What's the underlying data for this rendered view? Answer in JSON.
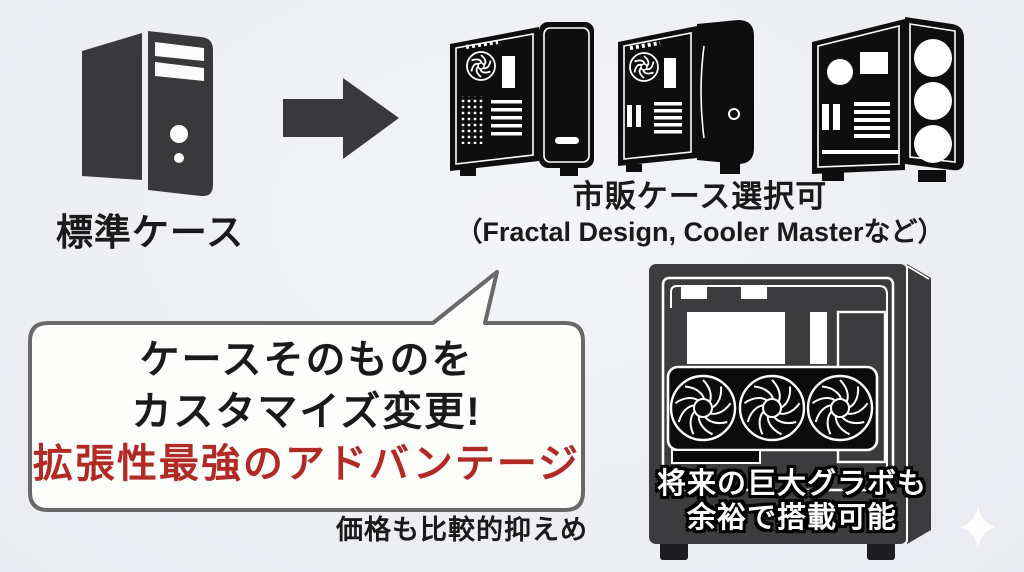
{
  "page": {
    "background": "#edeff3",
    "type": "pc-case-customization-infographic"
  },
  "colors": {
    "dark_gray_icon": "#39393b",
    "case_black": "#0e0e0e",
    "interior_case_body": "#3c3c3e",
    "accent_red": "#b22a25",
    "text_black": "#1a1a1a",
    "bubble_border": "#696969",
    "bubble_fill": "#fdfdfc",
    "caption_white": "#ffffff"
  },
  "standard_case": {
    "label": "標準ケース"
  },
  "market_cases": {
    "title": "市販ケース選択可",
    "subtitle": "（Fractal Design, Cooler Masterなど）"
  },
  "speech_bubble": {
    "line1": "ケースそのものを",
    "line2": "カスタマイズ変更!",
    "line3_highlight": "拡張性最強のアドバンテージ"
  },
  "price_note": {
    "text": "価格も比較的抑えめ"
  },
  "gpu_case": {
    "caption_line1": "将来の巨大グラボも",
    "caption_line2": "余裕で搭載可能"
  },
  "icons": {
    "standard_tower": "pc-tower-icon",
    "transition_arrow": "arrow-right-icon",
    "market_case_1": "case-fractal-icon",
    "market_case_2": "case-coolermaster-icon",
    "market_case_3": "case-front-fans-icon",
    "interior_with_gpu": "gpu-case-icon",
    "sparkle": "sparkle-icon"
  }
}
